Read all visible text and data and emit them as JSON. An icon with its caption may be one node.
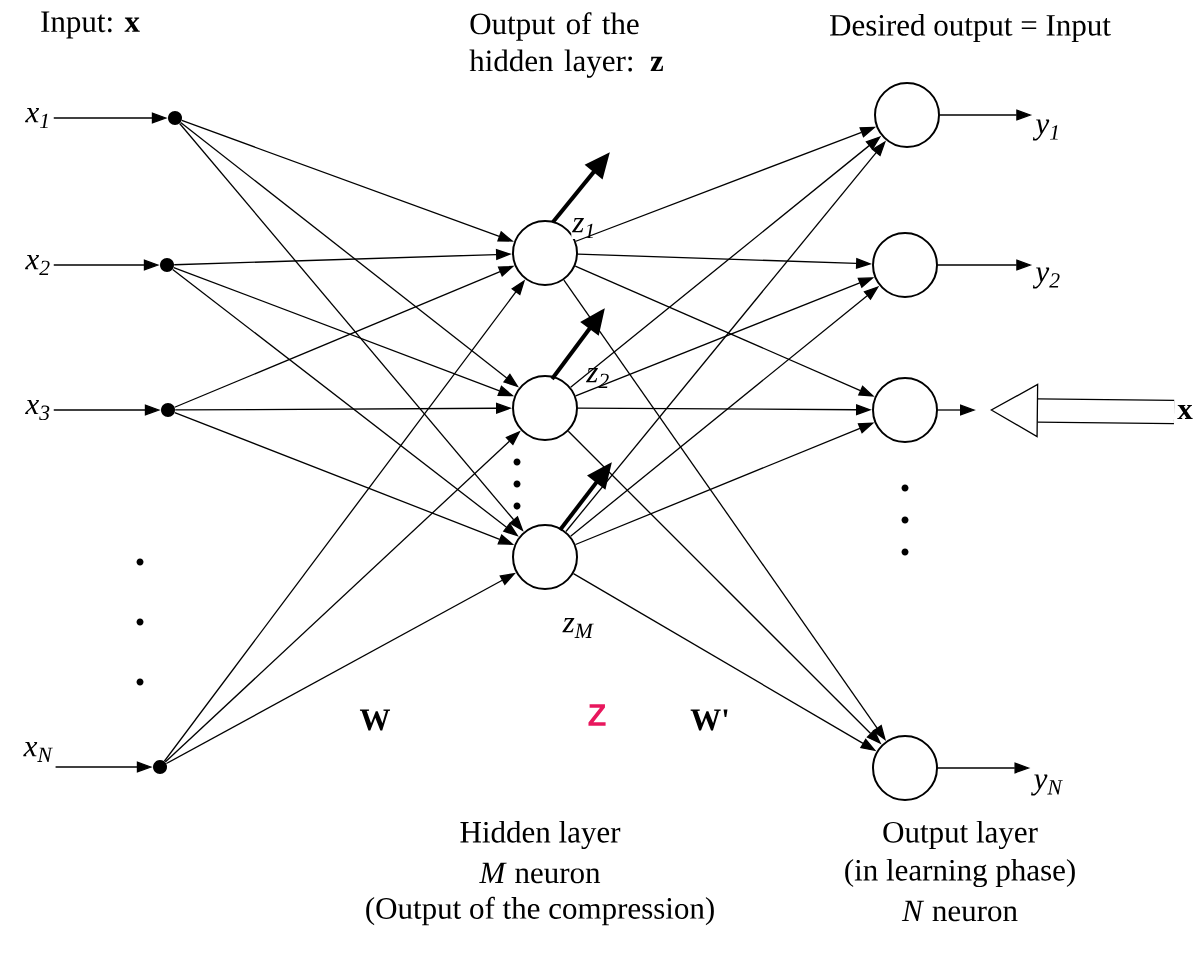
{
  "diagram": {
    "nodes": [
      {
        "text": [
          "x$_{1}$"
        ]
      },
      {
        "text": [
          "x$_{2}$"
        ]
      },
      {
        "text": [
          "x$_{3}$"
        ]
      },
      {
        "text": [
          "x$_{N}$"
        ]
      },
      {
        "text": [],
        "shape": "circle"
      },
      {
        "text": [],
        "shape": "circle"
      },
      {
        "text": [],
        "shape": "circle"
      },
      {
        "text": [],
        "shape": "circle"
      },
      {
        "text": [],
        "shape": "circle",
        "beside": [
          "z$_{1}$"
        ]
      },
      {
        "text": [],
        "shape": "circle",
        "beside": [
          "z$_{2}$"
        ]
      },
      {
        "text": [],
        "shape": "circle",
        "beside": [
          "z$_{M}$"
        ]
      },
      {
        "text": [],
        "shape": "circle"
      },
      {
        "text": [],
        "shape": "circle"
      },
      {
        "text": [],
        "shape": "circle"
      },
      {
        "text": [],
        "shape": "circle"
      },
      {
        "text": [
          "y$_{1}$"
        ]
      },
      {
        "text": [
          "y$_{2}$"
        ]
      },
      {
        "text": [
          "y$_{N}$"
        ]
      },
      {
        "text": [
          "x"
        ]
      }
    ],
    "edges": [
      {
        "from": 0,
        "to": 4,
        "arrow": "to"
      },
      {
        "from": 1,
        "to": 5,
        "arrow": "to"
      },
      {
        "from": 2,
        "to": 6,
        "arrow": "to"
      },
      {
        "from": 3,
        "to": 7,
        "arrow": "to"
      },
      {
        "from": 4,
        "to": 8,
        "arrow": "to"
      },
      {
        "from": 4,
        "to": 9,
        "arrow": "to"
      },
      {
        "from": 4,
        "to": 10,
        "arrow": "to"
      },
      {
        "from": 5,
        "to": 8,
        "arrow": "to"
      },
      {
        "from": 5,
        "to": 9,
        "arrow": "to"
      },
      {
        "from": 5,
        "to": 10,
        "arrow": "to"
      },
      {
        "from": 6,
        "to": 8,
        "arrow": "to"
      },
      {
        "from": 6,
        "to": 9,
        "arrow": "to"
      },
      {
        "from": 6,
        "to": 10,
        "arrow": "to"
      },
      {
        "from": 7,
        "to": 8,
        "arrow": "to"
      },
      {
        "from": 7,
        "to": 9,
        "arrow": "to"
      },
      {
        "from": 7,
        "to": 10,
        "arrow": "to"
      },
      {
        "from": 8,
        "to": 11,
        "arrow": "to"
      },
      {
        "from": 8,
        "to": 12,
        "arrow": "to"
      },
      {
        "from": 8,
        "to": 13,
        "arrow": "to"
      },
      {
        "from": 8,
        "to": 14,
        "arrow": "to"
      },
      {
        "from": 9,
        "to": 11,
        "arrow": "to"
      },
      {
        "from": 9,
        "to": 12,
        "arrow": "to"
      },
      {
        "from": 9,
        "to": 13,
        "arrow": "to"
      },
      {
        "from": 9,
        "to": 14,
        "arrow": "to"
      },
      {
        "from": 10,
        "to": 11,
        "arrow": "to"
      },
      {
        "from": 10,
        "to": 12,
        "arrow": "to"
      },
      {
        "from": 10,
        "to": 13,
        "arrow": "to"
      },
      {
        "from": 10,
        "to": 14,
        "arrow": "to"
      },
      {
        "from": 11,
        "to": 15,
        "arrow": "to"
      },
      {
        "from": 12,
        "to": 16,
        "arrow": "to"
      },
      {
        "from": 14,
        "to": 17,
        "arrow": "to"
      },
      {
        "from": 13,
        "to": null,
        "arrow": "to"
      },
      {
        "from": 8,
        "to": null,
        "arrow": "to",
        "style": "thick"
      },
      {
        "from": 9,
        "to": null,
        "arrow": "to",
        "style": "thick"
      },
      {
        "from": 10,
        "to": null,
        "arrow": "to",
        "style": "thick"
      },
      {
        "from": 18,
        "to": null,
        "arrow": "to",
        "style": "thick"
      }
    ],
    "labels": [
      "Input: **x**",
      "Output of the hidden layer: **z**",
      "Desired output = Input",
      "W",
      "Z",
      "W'",
      "Hidden layer",
      "*M* neuron",
      "(Output of the compression)",
      "Output layer",
      "(in learning phase)",
      "*N* neuron"
    ]
  }
}
